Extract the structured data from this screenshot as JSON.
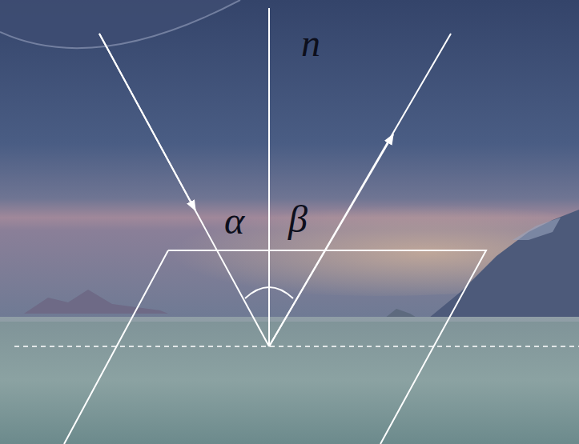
{
  "diagram": {
    "labels": [
      "n",
      "α",
      "β"
    ]
  }
}
